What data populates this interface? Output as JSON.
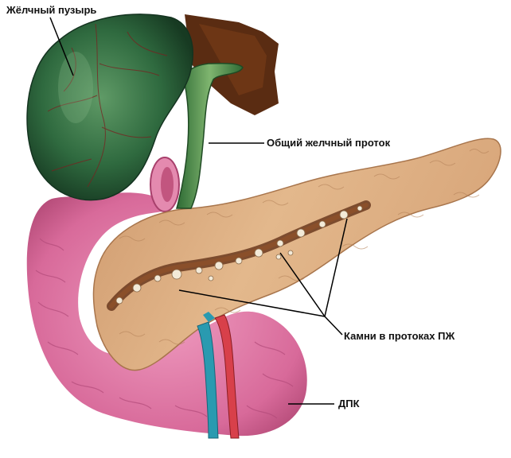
{
  "labels": {
    "gallbladder": "Жёлчный пузырь",
    "common_bile_duct": "Общий желчный проток",
    "duct_stones": "Камни в протоках ПЖ",
    "duodenum": "ДПК"
  },
  "colors": {
    "gallbladder": "#2f6a3f",
    "liver_tissue": "#5a2c12",
    "pancreas": "#d9a878",
    "duodenum": "#d86a9a",
    "artery": "#d8404a",
    "vein": "#2a9ab0",
    "stones": "#f3ead8",
    "leader_lines": "#000000"
  }
}
